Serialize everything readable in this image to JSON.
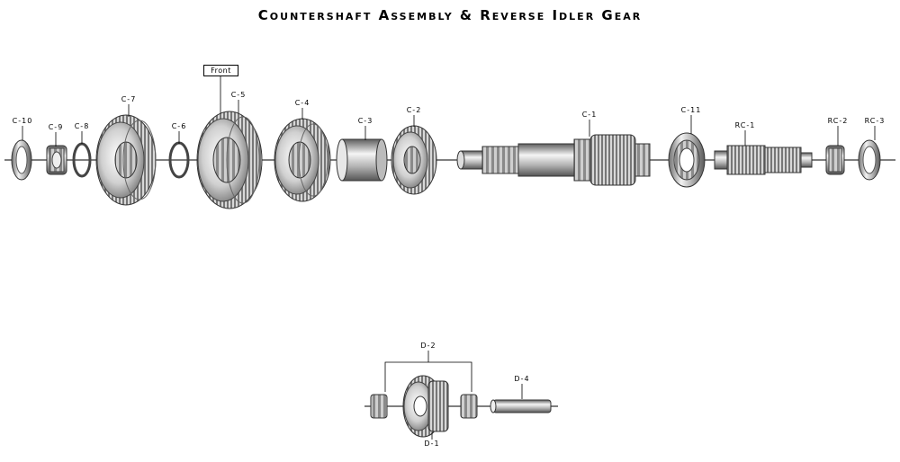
{
  "title": "Countershaft Assembly & Reverse Idler Gear",
  "front_label": "Front",
  "labels": {
    "c10": "C-10",
    "c9": "C-9",
    "c8": "C-8",
    "c7": "C-7",
    "c6": "C-6",
    "c5": "C-5",
    "c4": "C-4",
    "c3": "C-3",
    "c2": "C-2",
    "c1": "C-1",
    "c11": "C-11",
    "rc1": "RC-1",
    "rc2": "RC-2",
    "rc3": "RC-3",
    "d1": "D-1",
    "d2": "D-2",
    "d4": "D-4"
  }
}
